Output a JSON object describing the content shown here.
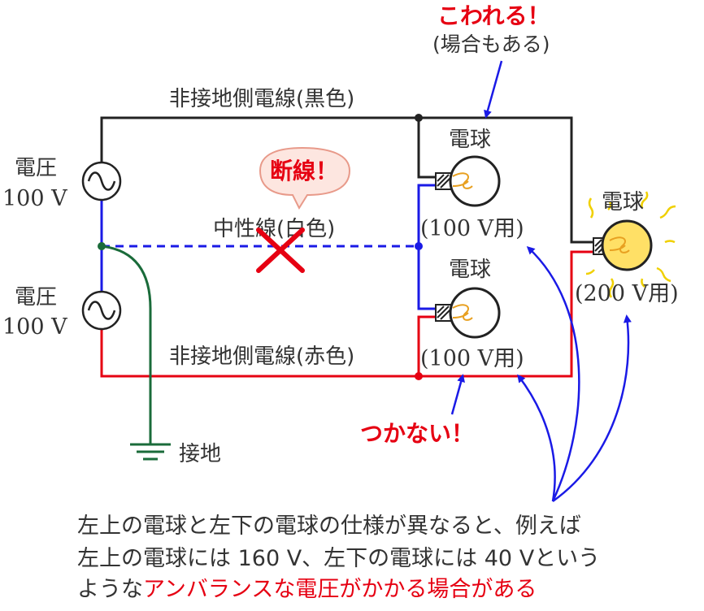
{
  "colors": {
    "black_wire": "#222222",
    "white_wire": "#1a1ae6",
    "red_wire": "#e60012",
    "ground": "#1a6b3a",
    "arrow": "#1a1ae6",
    "alert": "#e60012",
    "bulb_lit": "#ffe066",
    "glow": "#f0d000"
  },
  "wires": {
    "black": "非接地側電線(黒色)",
    "neutral": "中性線(白色)",
    "red": "非接地側電線(赤色)"
  },
  "sources": [
    {
      "label": "電圧",
      "value": "100 V"
    },
    {
      "label": "電圧",
      "value": "100 V"
    }
  ],
  "ground_label": "接地",
  "break_bubble": "断線！",
  "bulbs": {
    "upper": {
      "label": "電球",
      "rating": "(100 V用)"
    },
    "lower": {
      "label": "電球",
      "rating": "(100 V用)"
    },
    "right": {
      "label": "電球",
      "rating": "(200 V用)"
    }
  },
  "alerts": {
    "breaks": "こわれる！",
    "breaks_sub": "(場合もある)",
    "no_light": "つかない！"
  },
  "caption": {
    "line1": "左上の電球と左下の電球の仕様が異なると、例えば",
    "line2": "左上の電球には 160 V、左下の電球には 40 Vという",
    "line3_plain": "ような",
    "line3_highlight": "アンバランスな電圧がかかる場合がある"
  }
}
